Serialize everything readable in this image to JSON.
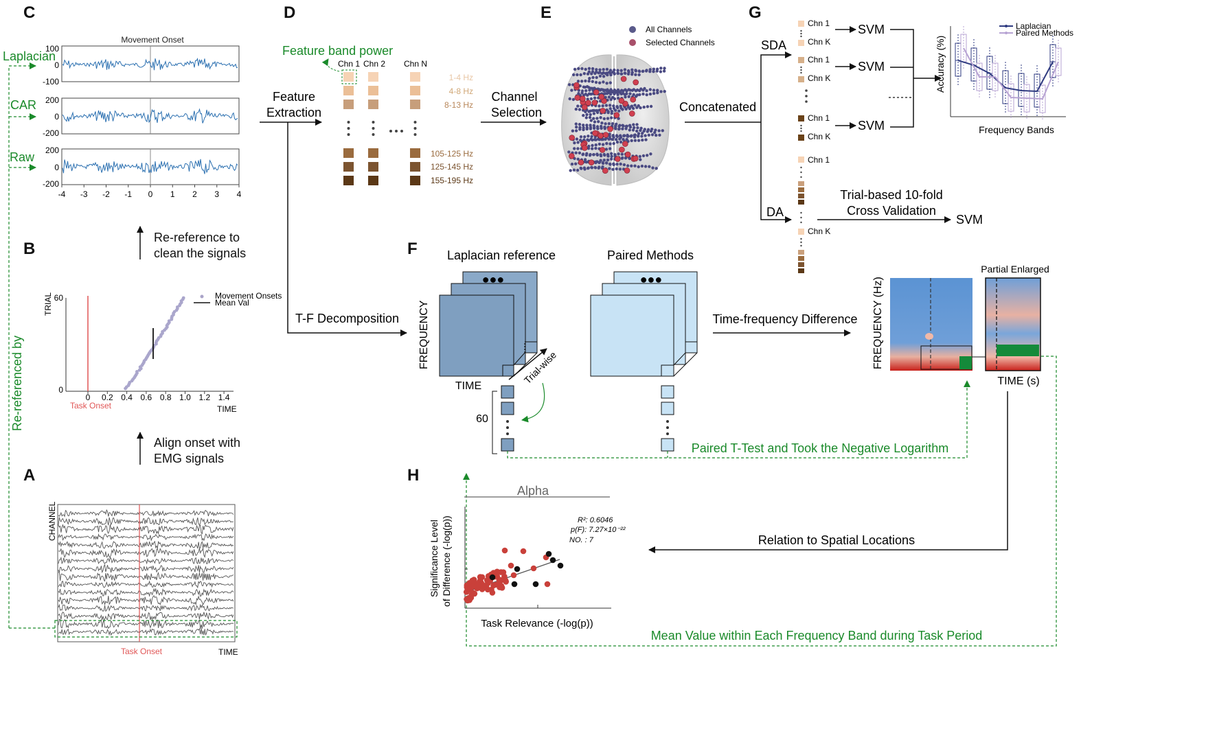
{
  "colors": {
    "green": "#1a8a2a",
    "signal_blue": "#2a6fb0",
    "task_onset_red": "#e05555",
    "lap_box": "#7fa0c0",
    "paired_box": "#c8e3f5",
    "laplacian_line": "#2e3a80",
    "paired_line": "#b7a3d3",
    "scatter_red": "#c9403a"
  },
  "panels": {
    "A": "A",
    "B": "B",
    "C": "C",
    "D": "D",
    "E": "E",
    "F": "F",
    "G": "G",
    "H": "H"
  },
  "panel_c": {
    "title": "Movement Onset",
    "rows": [
      {
        "label": "Laplacian",
        "ticks": [
          "100",
          "0",
          "-100"
        ]
      },
      {
        "label": "CAR",
        "ticks": [
          "200",
          "0",
          "-200"
        ]
      },
      {
        "label": "Raw",
        "ticks": [
          "200",
          "0",
          "-200"
        ]
      }
    ],
    "x_ticks": [
      "-4",
      "-3",
      "-2",
      "-1",
      "0",
      "1",
      "2",
      "3",
      "4"
    ]
  },
  "left_side_label": "Re-referenced by",
  "step_rereference": [
    "Re-reference to",
    "clean the signals"
  ],
  "step_align": [
    "Align onset with",
    "EMG signals"
  ],
  "panel_b": {
    "ylabel": "TRIAL",
    "ytick_top": "60",
    "ytick_zero": "0",
    "x_ticks": [
      "0",
      "0.2",
      "0.4",
      "0.6",
      "0.8",
      "1.0",
      "1.2",
      "1.4"
    ],
    "xlabel": "TIME",
    "task_onset": "Task Onset",
    "legend_onsets": "Movement Onsets",
    "legend_mean": "Mean Val"
  },
  "panel_a": {
    "ylabel": "CHANNEL",
    "task_onset": "Task Onset",
    "xlabel": "TIME"
  },
  "panel_d": {
    "feature_band_power": "Feature band power",
    "channels": [
      "Chn 1",
      "Chn 2",
      "Chn N"
    ],
    "bands": [
      "1-4 Hz",
      "4-8 Hz",
      "8-13 Hz",
      "105-125 Hz",
      "125-145 Hz",
      "155-195 Hz"
    ],
    "feature_extraction": [
      "Feature",
      "Extraction"
    ],
    "tf_decomposition": "T-F Decomposition"
  },
  "panel_e": {
    "legend_all": "All Channels",
    "legend_selected": "Selected Channels",
    "channel_selection": [
      "Channel",
      "Selection"
    ]
  },
  "panel_g": {
    "concatenated": "Concatenated",
    "sda": "SDA",
    "da": "DA",
    "chn1": "Chn 1",
    "chnk": "Chn K",
    "svm": "SVM",
    "cv": [
      "Trial-based 10-fold",
      "Cross Validation"
    ],
    "ylabel": "Accuracy (%)",
    "xlabel": "Frequency Bands",
    "legend": [
      "Laplacian",
      "Paired Methods"
    ]
  },
  "panel_f": {
    "laplacian_reference": "Laplacian reference",
    "paired_methods": "Paired Methods",
    "frequency": "FREQUENCY",
    "time": "TIME",
    "trial_wise": "Trial-wise",
    "sixty": "60",
    "tf_difference": "Time-frequency Difference",
    "ttest": "Paired T-Test and Took the Negative Logarithm",
    "partial_enlarged": "Partial Enlarged",
    "freq_hz": "FREQUENCY (Hz)",
    "time_s": "TIME (s)"
  },
  "panel_h": {
    "band": "Alpha",
    "ylabel": [
      "Significance Level",
      "of Difference (-log(p))"
    ],
    "xlabel": "Task Relevance (-log(p))",
    "stat_r2": "R²: 0.6046",
    "stat_pf": "p(F): 7.27×10⁻²²",
    "stat_no": "NO. :  7",
    "relation": "Relation to Spatial Locations",
    "mean_value": "Mean Value within Each Frequency Band during Task Period"
  }
}
